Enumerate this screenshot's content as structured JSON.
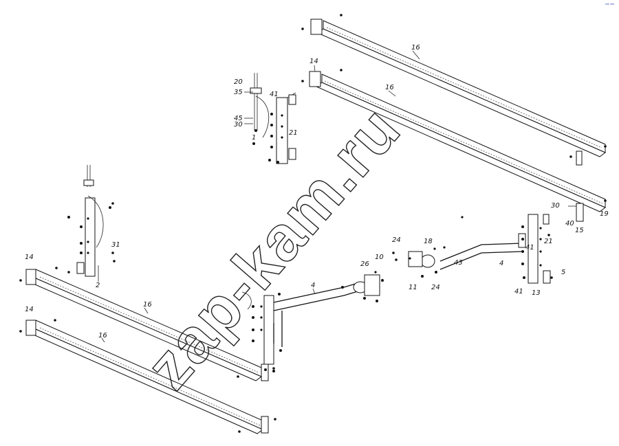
{
  "watermark": "zap-kam.ru",
  "corner_mark": "*** ***",
  "callouts": {
    "c16_top": "16",
    "c14_top": "14",
    "c16_mid": "16",
    "c20": "20",
    "c35": "35",
    "c45": "45",
    "c30_l": "30",
    "c1": "1",
    "c41_top": "41",
    "c21_top": "21",
    "c2": "2",
    "c31": "31",
    "c14_l1": "14",
    "c14_l2": "14",
    "c16_l1": "16",
    "c16_l2": "16",
    "c4_l": "4",
    "c26": "26",
    "c10": "10",
    "c24_a": "24",
    "c18": "18",
    "c11": "11",
    "c24_b": "24",
    "c43": "43",
    "c4_r": "4",
    "c30_r": "30",
    "c40": "40",
    "c15": "15",
    "c19": "19",
    "c21_r": "21",
    "c41_r": "41",
    "c5": "5",
    "c41_b": "41",
    "c13": "13"
  }
}
